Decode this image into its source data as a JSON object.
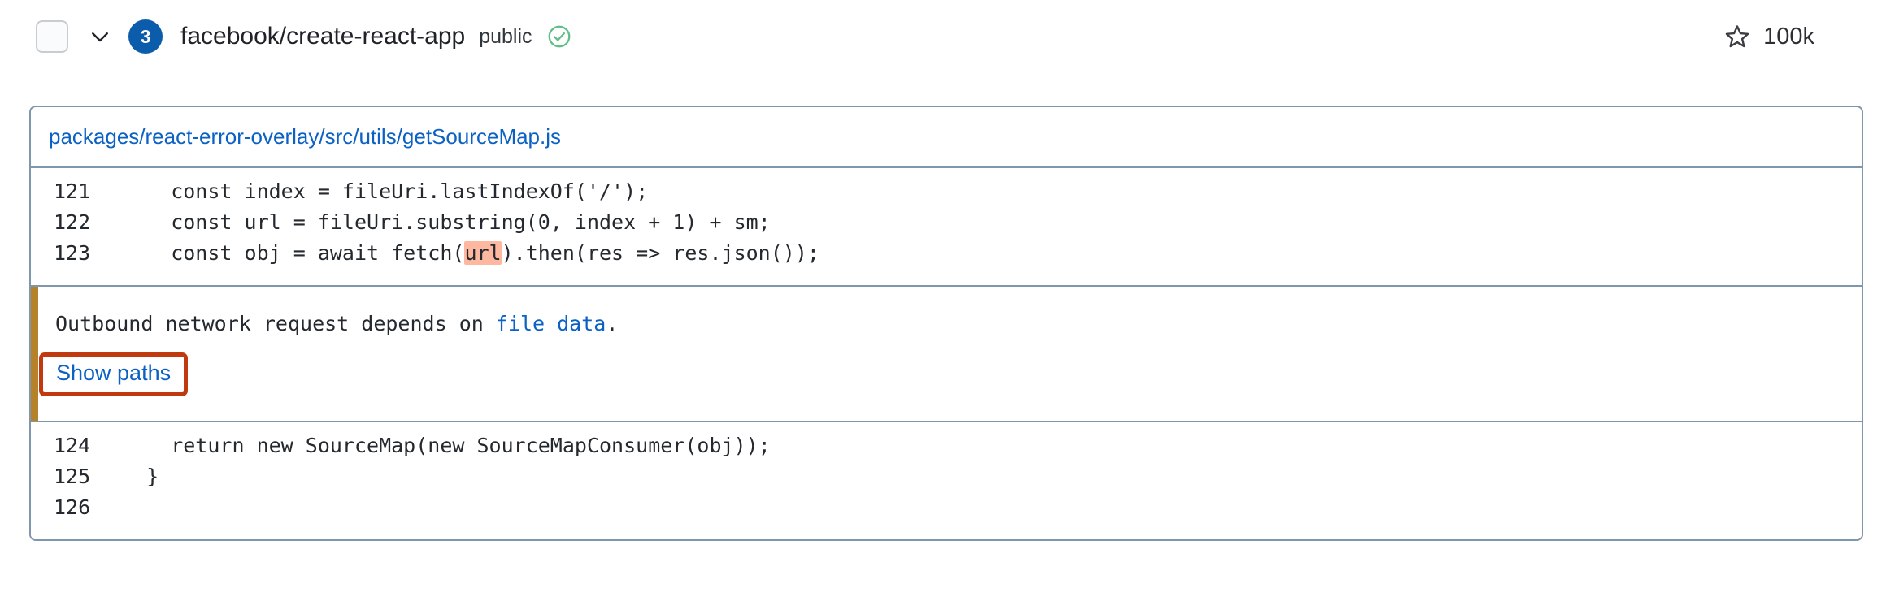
{
  "header": {
    "checkbox": {
      "name": "alert-select-checkbox",
      "checked": false
    },
    "chevron": "chevron-down-icon",
    "count_badge": "3",
    "repo_name": "facebook/create-react-app",
    "visibility": "public",
    "status_icon": "check-circle-icon",
    "star_icon": "star-outline-icon",
    "star_count": "100k"
  },
  "card": {
    "file_path": "packages/react-error-overlay/src/utils/getSourceMap.js",
    "code_before": [
      {
        "line_number": "121",
        "text": "    const index = fileUri.lastIndexOf('/');"
      },
      {
        "line_number": "122",
        "text": "    const url = fileUri.substring(0, index + 1) + sm;"
      },
      {
        "line_number": "123",
        "pre": "    const obj = await fetch(",
        "highlight": "url",
        "post": ").then(res => res.json());"
      }
    ],
    "alert": {
      "message_prefix": "Outbound network request depends on ",
      "message_link": "file data",
      "message_suffix": ".",
      "show_paths_label": "Show paths"
    },
    "code_after": [
      {
        "line_number": "124",
        "text": "    return new SourceMap(new SourceMapConsumer(obj));"
      },
      {
        "line_number": "125",
        "text": "  }"
      },
      {
        "line_number": "126",
        "text": ""
      }
    ]
  },
  "colors": {
    "card_border": "#7f97ad",
    "link_blue": "#0b61c4",
    "badge_blue": "#0b5cab",
    "alert_stripe_amber": "#b5822a",
    "annotation_red": "#c0390f",
    "code_highlight": "#ffb8a0",
    "status_green": "#5fbf84"
  }
}
